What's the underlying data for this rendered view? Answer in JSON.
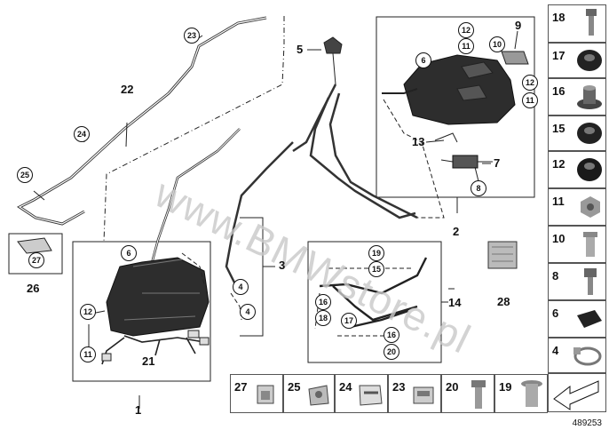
{
  "diagram": {
    "image_number": "489253",
    "watermark": "www.BMWstore.pl",
    "callouts": {
      "c1": "1",
      "c2": "2",
      "c3": "3",
      "c5": "5",
      "c7": "7",
      "c9": "9",
      "c13": "13",
      "c14": "14",
      "c21": "21",
      "c22": "22",
      "c26": "26",
      "c28": "28"
    },
    "circled": {
      "n23": "23",
      "n24": "24",
      "n25": "25",
      "n27": "27",
      "n6a": "6",
      "n12a": "12",
      "n11a": "11",
      "n4a": "4",
      "n4b": "4",
      "n6b": "6",
      "n12b": "12",
      "n11b": "11",
      "n10": "10",
      "n12c": "12",
      "n11c": "11",
      "n8": "8",
      "n19": "19",
      "n15": "15",
      "n16a": "16",
      "n18": "18",
      "n17": "17",
      "n16b": "16",
      "n20": "20"
    },
    "side_parts": [
      "18",
      "17",
      "16",
      "15",
      "12",
      "11",
      "10",
      "8",
      "6",
      "4"
    ],
    "bottom_parts": [
      "27",
      "25",
      "24",
      "23",
      "20",
      "19"
    ]
  }
}
